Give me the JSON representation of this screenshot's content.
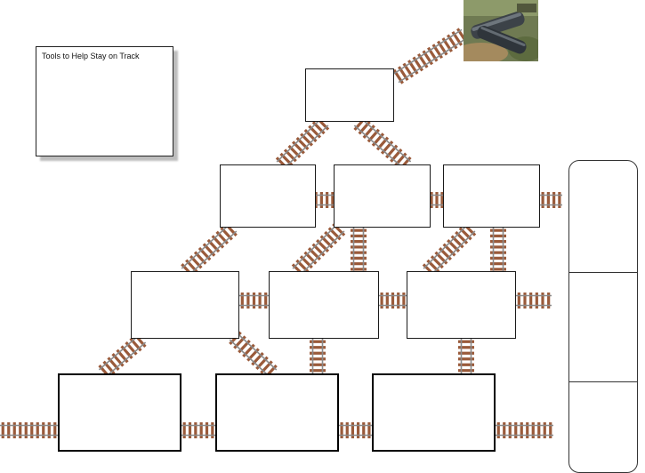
{
  "tools_box": {
    "title": "Tools to Help Stay on Track"
  },
  "photo": {
    "description_icon": "train-wreck-photo"
  },
  "colors": {
    "rail": "#8a8a8a",
    "tie": "#9a5a3a",
    "tie_dark": "#6e3b22",
    "box_border": "#1a1a1a",
    "shadow": "#bdbdbd"
  },
  "boxes": [
    {
      "name": "top-box",
      "level": 0
    },
    {
      "name": "level1-box-1",
      "level": 1
    },
    {
      "name": "level1-box-2",
      "level": 1
    },
    {
      "name": "level1-box-3",
      "level": 1
    },
    {
      "name": "level2-box-1",
      "level": 2
    },
    {
      "name": "level2-box-2",
      "level": 2
    },
    {
      "name": "level2-box-3",
      "level": 2
    },
    {
      "name": "level3-box-1",
      "level": 3
    },
    {
      "name": "level3-box-2",
      "level": 3
    },
    {
      "name": "level3-box-3",
      "level": 3
    }
  ],
  "pillar": {
    "sections": 3
  }
}
